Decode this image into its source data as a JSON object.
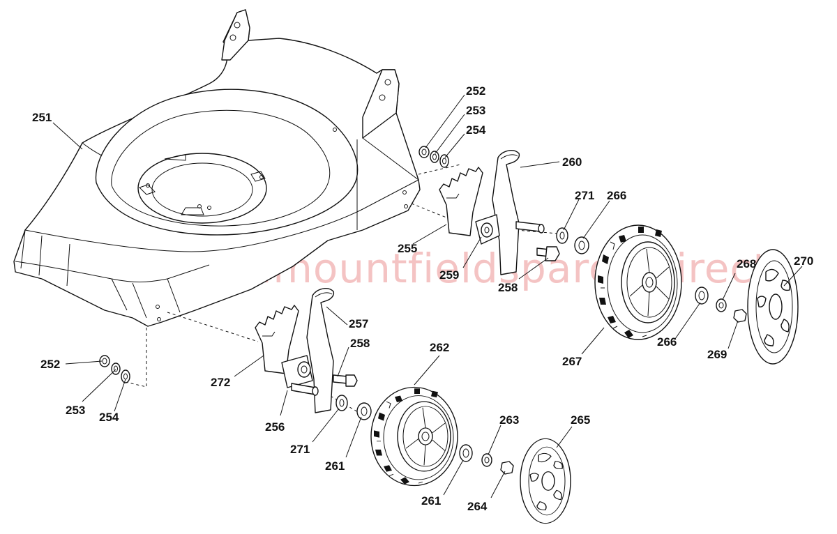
{
  "watermark": "www.mountfieldspares.direct",
  "callouts": {
    "c251": "251",
    "c252a": "252",
    "c253a": "253",
    "c254a": "254",
    "c252b": "252",
    "c253b": "253",
    "c254b": "254",
    "c255": "255",
    "c256": "256",
    "c257": "257",
    "c258a": "258",
    "c258b": "258",
    "c259": "259",
    "c260": "260",
    "c261a": "261",
    "c261b": "261",
    "c262": "262",
    "c263": "263",
    "c264": "264",
    "c265": "265",
    "c266a": "266",
    "c266b": "266",
    "c267": "267",
    "c268": "268",
    "c269": "269",
    "c270": "270",
    "c271a": "271",
    "c271b": "271",
    "c272": "272"
  }
}
